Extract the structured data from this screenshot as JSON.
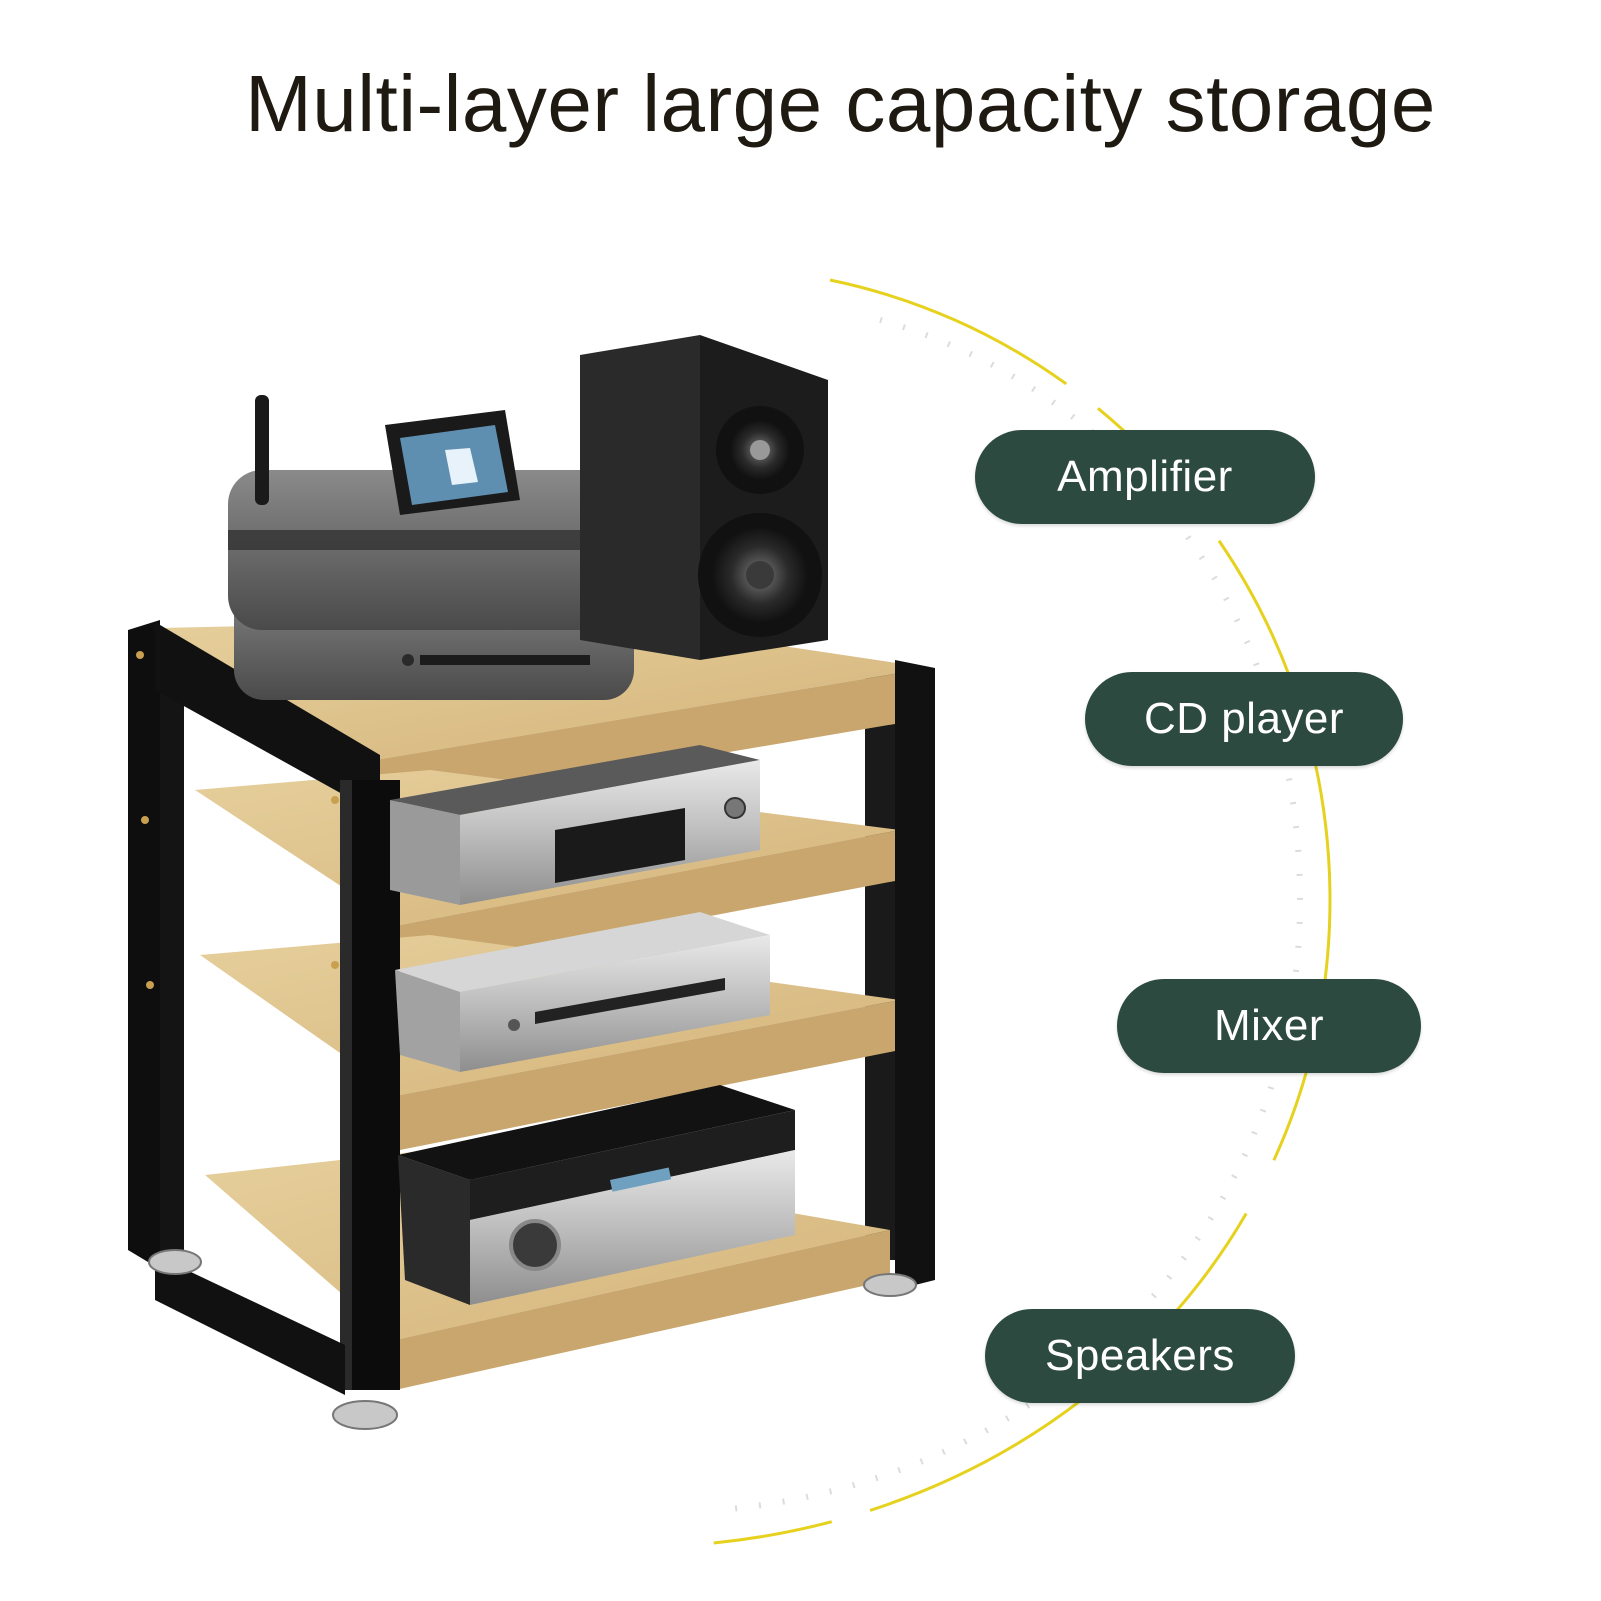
{
  "headline": "Multi-layer large capacity storage",
  "labels": [
    {
      "text": "Amplifier"
    },
    {
      "text": "CD player"
    },
    {
      "text": "Mixer"
    },
    {
      "text": "Speakers"
    }
  ],
  "colors": {
    "pill": "#2d4a40",
    "arc": "#e6d21e",
    "frame": "#101010",
    "wood": "#dcc08c"
  }
}
